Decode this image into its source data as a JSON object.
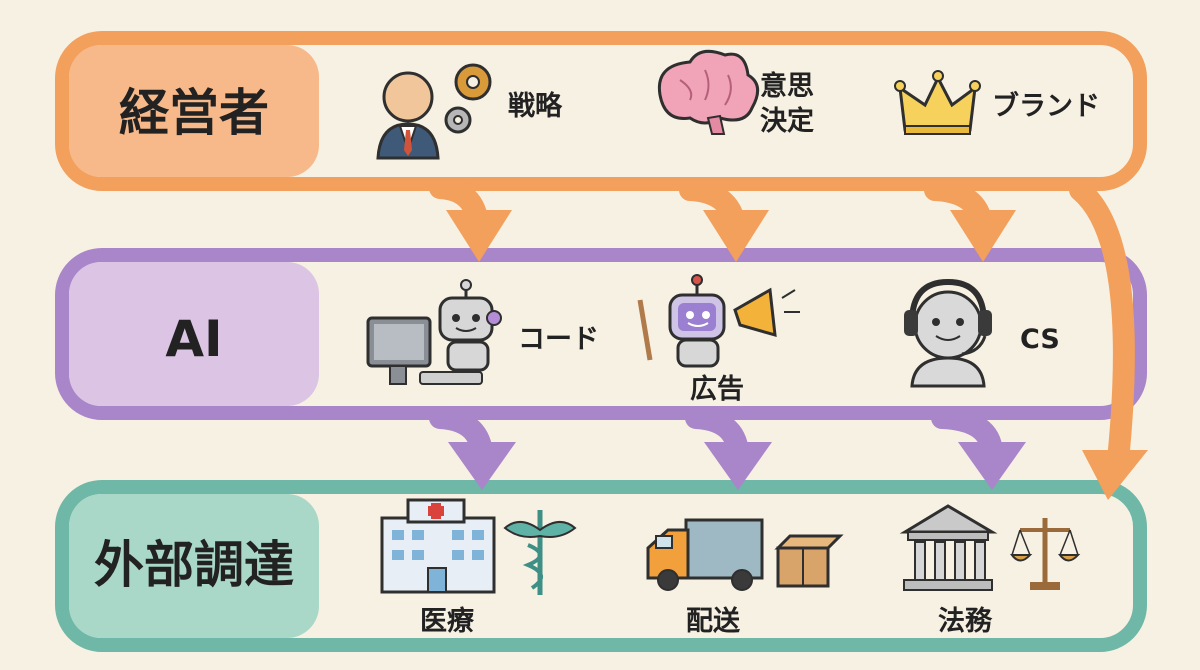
{
  "tiers": [
    {
      "title": "経営者",
      "items": [
        {
          "label": "戦略",
          "icon": "businessman-gears-icon"
        },
        {
          "label_lines": [
            "意思",
            "決定"
          ],
          "icon": "brain-icon"
        },
        {
          "label": "ブランド",
          "icon": "crown-icon"
        }
      ]
    },
    {
      "title": "AI",
      "items": [
        {
          "label": "コード",
          "icon": "robot-computer-icon"
        },
        {
          "label": "広告",
          "icon": "robot-megaphone-icon"
        },
        {
          "label": "CS",
          "icon": "robot-headset-icon"
        }
      ]
    },
    {
      "title": "外部調達",
      "items": [
        {
          "label": "医療",
          "icon": "hospital-caduceus-icon"
        },
        {
          "label": "配送",
          "icon": "truck-box-icon"
        },
        {
          "label": "法務",
          "icon": "courthouse-scales-icon"
        }
      ]
    }
  ],
  "colors": {
    "background": "#f7f1e3",
    "executive_fill": "#f7b98a",
    "executive_stroke": "#f2a05c",
    "ai_fill": "#dcc4e4",
    "ai_stroke": "#a985c9",
    "external_fill": "#a9d8c8",
    "external_stroke": "#6fb7a6"
  }
}
